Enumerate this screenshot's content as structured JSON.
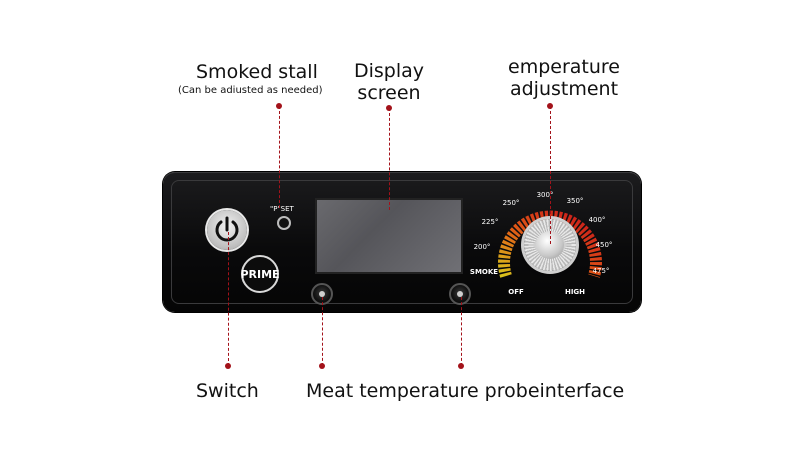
{
  "labels": {
    "smoked_stall": "Smoked stall",
    "smoked_stall_note": "(Can be adiusted as needed)",
    "display_line1": "Display",
    "display_line2": "screen",
    "temp_line1": "emperature",
    "temp_line2": "adjustment",
    "switch": "Switch",
    "probe": "Meat temperature probeinterface"
  },
  "panel": {
    "pset": "\"P\"SET",
    "prime": "PRIME",
    "dial": {
      "smoke": "SMOKE",
      "t200": "200°",
      "t225": "225°",
      "t250": "250°",
      "t300": "300°",
      "t350": "350°",
      "t400": "400°",
      "t450": "450°",
      "t475": "475°",
      "off": "OFF",
      "high": "HIGH"
    }
  },
  "colors": {
    "callout": "#a3121a",
    "dial_low": "#d9c21c",
    "dial_mid": "#e05a16",
    "dial_high": "#c8141b"
  },
  "icons": {
    "power": "power-icon"
  }
}
